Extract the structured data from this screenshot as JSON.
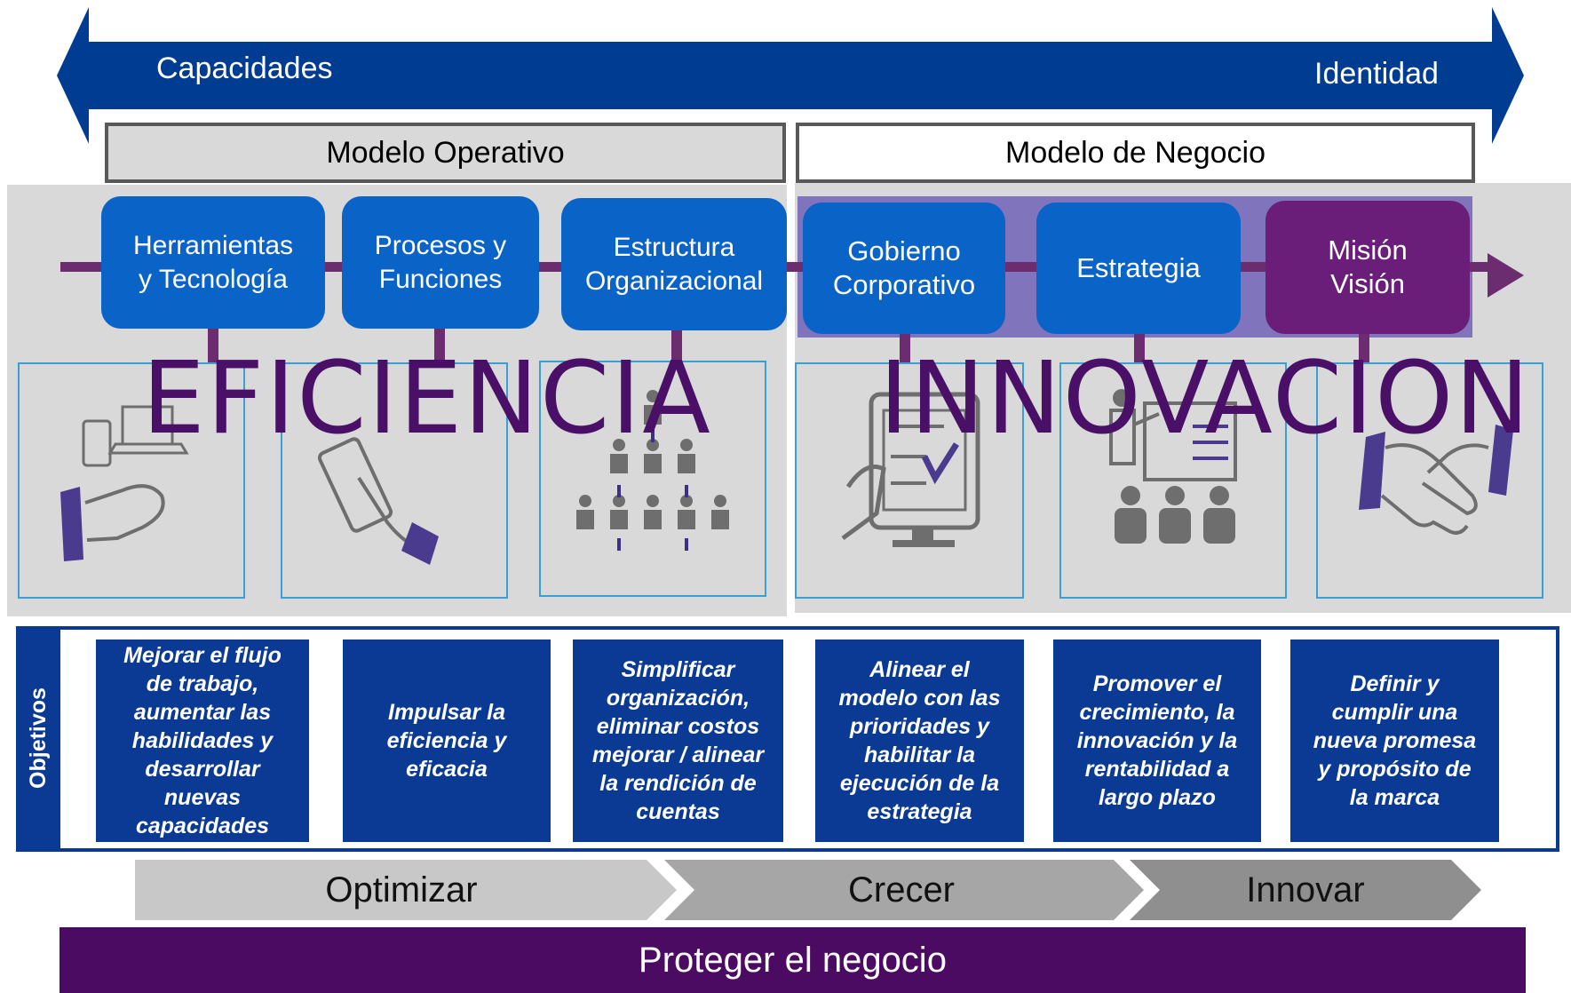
{
  "top_arrow": {
    "left_label": "Capacidades",
    "right_label": "Identidad",
    "color": "#003d92"
  },
  "models": [
    {
      "label": "Modelo Operativo"
    },
    {
      "label": "Modelo de Negocio"
    }
  ],
  "steps": [
    {
      "label": "Herramientas\ny Tecnología",
      "icon": "devices-hand-icon"
    },
    {
      "label": "Procesos y\nFunciones",
      "icon": "tablet-touch-icon"
    },
    {
      "label": "Estructura\nOrganizacional",
      "icon": "org-chart-icon"
    },
    {
      "label": "Gobierno\nCorporativo",
      "icon": "checklist-monitor-icon"
    },
    {
      "label": "Estrategia",
      "icon": "presentation-audience-icon"
    },
    {
      "label": "Misión\nVisión",
      "icon": "handshake-icon"
    }
  ],
  "themes": {
    "left": "EFICIENCIA",
    "right": "INNOVACION"
  },
  "objectives": {
    "label": "Objetivos",
    "items": [
      "Mejorar el flujo\nde trabajo,\naumentar las\nhabilidades y\ndesarrollar\nnuevas\ncapacidades",
      "Impulsar la\neficiencia y\neficacia",
      "Simplificar\norganización,\neliminar  costos\nmejorar / alinear\nla rendición de\ncuentas",
      "Alinear el\nmodelo con las\nprioridades y\nhabilitar la\nejecución de la\nestrategia",
      "Promover el\ncrecimiento, la\ninnovación y la\nrentabilidad a\nlargo plazo",
      "Definir y\ncumplir una\nnueva promesa\ny propósito de\nla marca"
    ]
  },
  "stages": [
    {
      "label": "Optimizar",
      "color": "#c8c8c8"
    },
    {
      "label": "Crecer",
      "color": "#a6a6a6"
    },
    {
      "label": "Innovar",
      "color": "#8f8f8f"
    }
  ],
  "footer": {
    "label": "Proteger el negocio",
    "color": "#4b0b63"
  },
  "colors": {
    "blue": "#0a63c7",
    "navy": "#0a3a94",
    "purple": "#6b1e79",
    "lavender": "#8075bd",
    "connector": "#6b2d6f"
  }
}
